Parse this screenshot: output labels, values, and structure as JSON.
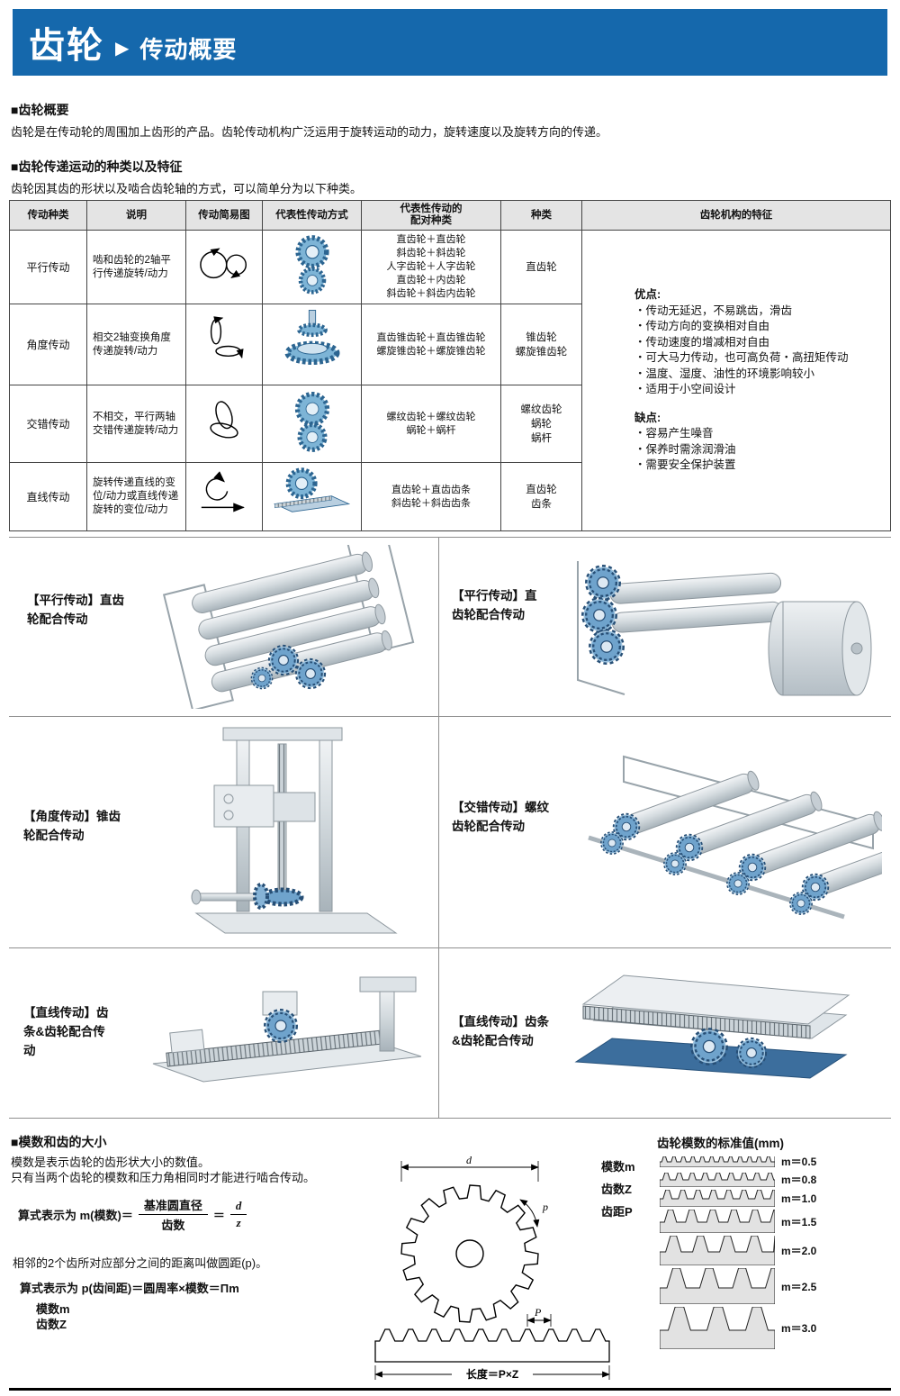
{
  "page": {
    "title": "齿轮",
    "arrow": "▶",
    "subtitle": "传动概要"
  },
  "overview": {
    "heading": "■齿轮概要",
    "body": "齿轮是在传动轮的周围加上齿形的产品。齿轮传动机构广泛运用于旋转运动的动力，旋转速度以及旋转方向的传递。"
  },
  "types": {
    "heading": "■齿轮传递运动的种类以及特征",
    "body": "齿轮因其齿的形状以及啮合齿轮轴的方式，可以简单分为以下种类。"
  },
  "table": {
    "headers": {
      "type": "传动种类",
      "description": "说明",
      "diagram": "传动简易图",
      "method": "代表性传动方式",
      "pairs": "代表性传动的\n配对种类",
      "kinds": "种类",
      "features": "齿轮机构的特征"
    },
    "rows": [
      {
        "type": "平行传动",
        "description": "啮和齿轮的2轴平行传递旋转/动力",
        "pairs": "直齿轮＋直齿轮\n斜齿轮＋斜齿轮\n人字齿轮＋人字齿轮\n直齿轮＋内齿轮\n斜齿轮＋斜齿内齿轮",
        "kinds": "直齿轮"
      },
      {
        "type": "角度传动",
        "description": "相交2轴变换角度传递旋转/动力",
        "pairs": "直齿锥齿轮＋直齿锥齿轮\n螺旋锥齿轮＋螺旋锥齿轮",
        "kinds": "锥齿轮\n螺旋锥齿轮"
      },
      {
        "type": "交错传动",
        "description": "不相交，平行两轴交错传递旋转/动力",
        "pairs": "螺纹齿轮＋螺纹齿轮\n蜗轮＋蜗杆",
        "kinds": "螺纹齿轮\n蜗轮\n蜗杆"
      },
      {
        "type": "直线传动",
        "description": "旋转传递直线的变位/动力或直线传递旋转的变位/动力",
        "pairs": "直齿轮＋直齿齿条\n斜齿轮＋斜齿齿条",
        "kinds": "直齿轮\n齿条"
      }
    ],
    "features": {
      "pros_title": "优点:",
      "pros": [
        "・传动无延迟，不易跳齿，滑齿",
        "・传动方向的变换相对自由",
        "・传动速度的增减相对自由",
        "・可大马力传动，也可高负荷・高扭矩传动",
        "・温度、湿度、油性的环境影响较小",
        "・适用于小空间设计"
      ],
      "cons_title": "缺点:",
      "cons": [
        "・容易产生噪音",
        "・保养时需涂润滑油",
        "・需要安全保护装置"
      ]
    }
  },
  "gallery": [
    {
      "caption": "【平行传动】直齿轮配合传动"
    },
    {
      "caption": "【平行传动】直齿轮配合传动"
    },
    {
      "caption": "【角度传动】锥齿轮配合传动"
    },
    {
      "caption": "【交错传动】螺纹齿轮配合传动"
    },
    {
      "caption": "【直线传动】齿条&齿轮配合传动"
    },
    {
      "caption": "【直线传动】齿条&齿轮配合传动"
    }
  ],
  "module": {
    "heading": "■模数和齿的大小",
    "line1": "模数是表示齿轮的齿形状大小的数值。",
    "line2": "只有当两个齿轮的模数和压力角相同时才能进行啮合传动。",
    "f1_prefix": "算式表示为  m(模数)＝",
    "f1_num": "基准圆直径",
    "f1_den": "齿数",
    "f1_eq": "＝",
    "f1_num2": "d",
    "f1_den2": "z",
    "line3": "相邻的2个齿所对应部分之间的距离叫做圆距(p)。",
    "formula2": "算式表示为  p(齿间距)＝圆周率×模数＝Πm",
    "left_labels": [
      "模数m",
      "齿数Z"
    ],
    "right_labels": [
      "模数m",
      "齿数Z",
      "齿距P"
    ],
    "std_title": "齿轮模数的标准值(mm)",
    "std_values": [
      "m＝0.5",
      "m＝0.8",
      "m＝1.0",
      "m＝1.5",
      "m＝2.0",
      "m＝2.5",
      "m＝3.0"
    ],
    "dim_d": "d",
    "dim_p": "p",
    "dim_P": "P",
    "rack_length": "长度＝P×Z"
  }
}
